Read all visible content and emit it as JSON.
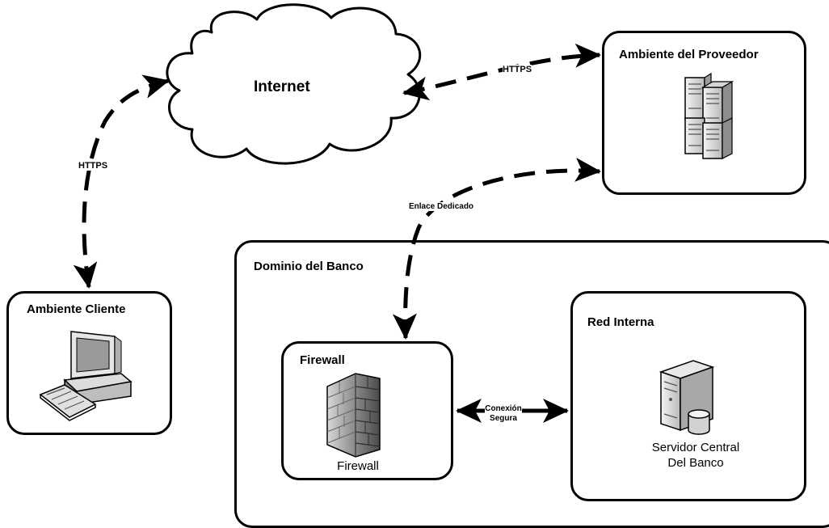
{
  "internet": {
    "label": "Internet"
  },
  "cliente": {
    "title": "Ambiente Cliente"
  },
  "proveedor": {
    "title": "Ambiente del Proveedor"
  },
  "banco": {
    "title": "Dominio del Banco"
  },
  "firewall": {
    "title": "Firewall",
    "caption": "Firewall",
    "icon": "firewall-icon"
  },
  "red_interna": {
    "title": "Red Interna",
    "caption_line1": "Servidor Central",
    "caption_line2": "Del Banco"
  },
  "links": {
    "https_cliente": "HTTPS",
    "https_proveedor": "HTTPS",
    "enlace_dedicado": "Enlace Dedicado",
    "conexion_line1": "Conexión",
    "conexion_line2": "Segura"
  }
}
